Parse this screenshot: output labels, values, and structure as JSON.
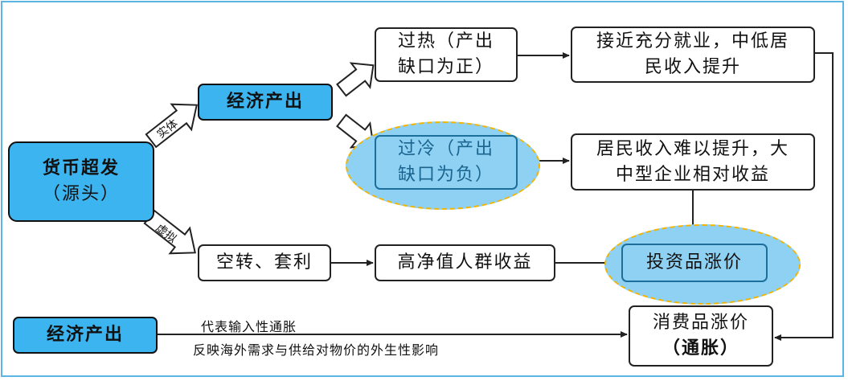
{
  "nodes": {
    "source": {
      "line1": "货币超发",
      "line2": "（源头）"
    },
    "output_top": {
      "text": "经济产出"
    },
    "overheat": {
      "line1": "过热（产出",
      "line2": "缺口为正）"
    },
    "overcool": {
      "line1": "过冷（产出",
      "line2": "缺口为负）"
    },
    "full_employment": {
      "line1": "接近充分就业，中低居",
      "line2": "民收入提升"
    },
    "income_hard": {
      "line1": "居民收入难以提升，大",
      "line2": "中型企业相对收益"
    },
    "idle_arbitrage": {
      "text": "空转、套利"
    },
    "hnw_income": {
      "text": "高净值人群收益"
    },
    "asset_inflation": {
      "text": "投资品涨价"
    },
    "consumer_inflation": {
      "line1": "消费品涨价",
      "line2": "（通胀）"
    },
    "output_bottom": {
      "text": "经济产出"
    }
  },
  "edges": {
    "real_label": "实体",
    "virtual_label": "虚拟",
    "imported_label": "代表输入性通胀",
    "external_label": "反映海外需求与供给对物价的外生性影响"
  }
}
